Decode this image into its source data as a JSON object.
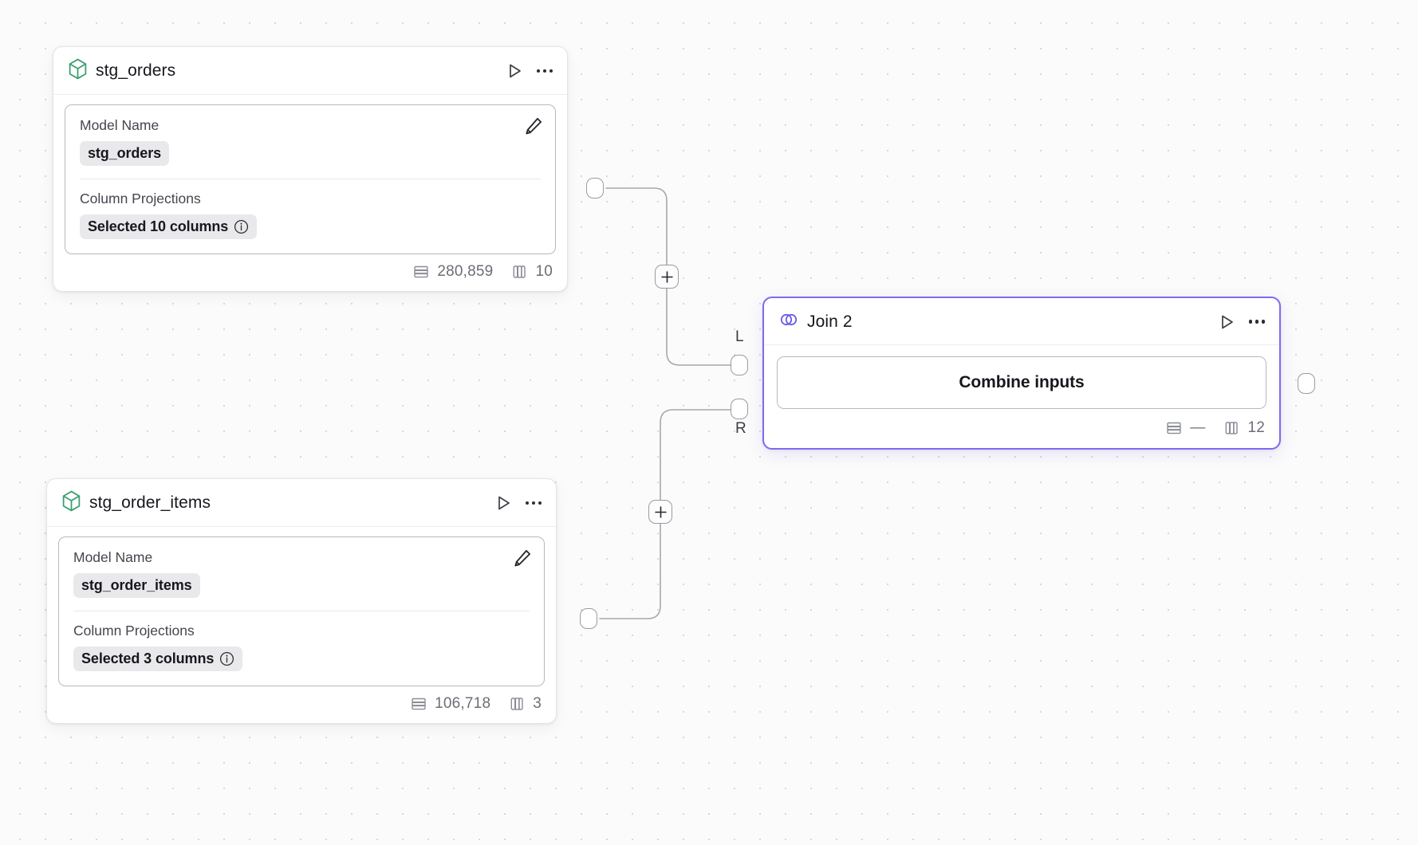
{
  "canvas": {
    "grid_dot_color": "#d8d8dc",
    "background_color": "#fbfbfb",
    "edge_color": "#a8a8ae"
  },
  "nodes": [
    {
      "id": "stg_orders",
      "type": "model",
      "icon": "cube-icon",
      "icon_color": "#3a9e6e",
      "title": "stg_orders",
      "run_label": "Run",
      "menu_label": "More options",
      "fields": {
        "model_name_label": "Model Name",
        "model_name_value": "stg_orders",
        "column_projections_label": "Column Projections",
        "column_projections_value": "Selected 10 columns",
        "edit_label": "Edit"
      },
      "stats": {
        "rows_icon": "rows-icon",
        "rows": "280,859",
        "columns_icon": "columns-icon",
        "columns": "10"
      }
    },
    {
      "id": "stg_order_items",
      "type": "model",
      "icon": "cube-icon",
      "icon_color": "#3a9e6e",
      "title": "stg_order_items",
      "run_label": "Run",
      "menu_label": "More options",
      "fields": {
        "model_name_label": "Model Name",
        "model_name_value": "stg_order_items",
        "column_projections_label": "Column Projections",
        "column_projections_value": "Selected 3 columns",
        "edit_label": "Edit"
      },
      "stats": {
        "rows_icon": "rows-icon",
        "rows": "106,718",
        "columns_icon": "columns-icon",
        "columns": "3"
      }
    },
    {
      "id": "join_2",
      "type": "join",
      "icon": "venn-icon",
      "icon_color": "#6c5ce7",
      "title": "Join 2",
      "selected": true,
      "border_color": "#7c6bf2",
      "run_label": "Run",
      "menu_label": "More options",
      "action_button_label": "Combine inputs",
      "input_ports": [
        {
          "id": "left",
          "label": "L"
        },
        {
          "id": "right",
          "label": "R"
        }
      ],
      "stats": {
        "rows_icon": "rows-icon",
        "rows": "—",
        "columns_icon": "columns-icon",
        "columns": "12"
      }
    }
  ],
  "edges": [
    {
      "id": "edge-orders-to-left",
      "from": "stg_orders",
      "to": "join_2.L",
      "add_label": "+"
    },
    {
      "id": "edge-order-items-to-right",
      "from": "stg_order_items",
      "to": "join_2.R",
      "add_label": "+"
    }
  ]
}
